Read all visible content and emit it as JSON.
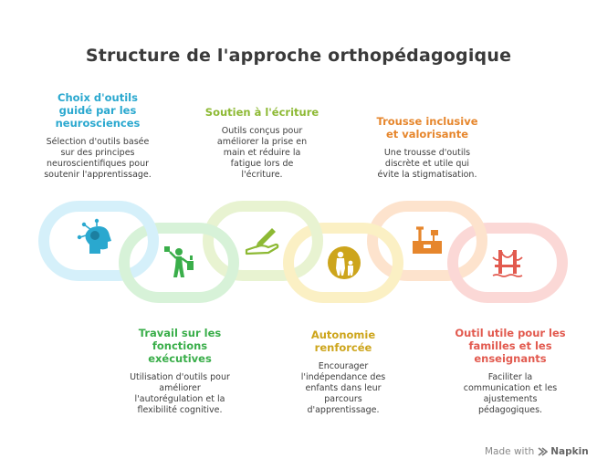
{
  "title": "Structure de l'approche orthopédagogique",
  "colors": {
    "blue": "#2aa8cf",
    "green": "#3aae4a",
    "lime": "#8db934",
    "yellow": "#cda51c",
    "orange": "#e6862c",
    "red": "#e25a4f"
  },
  "items": [
    {
      "heading": "Choix d'outils\nguidé par les\nneurosciences",
      "text": "Sélection d'outils basée\nsur des principes\nneuroscientifiques pour\nsoutenir l'apprentissage.",
      "icon": "brain-head-icon"
    },
    {
      "heading": "Travail sur les\nfonctions\nexécutives",
      "text": "Utilisation d'outils pour\naméliorer\nl'autorégulation et la\nflexibilité cognitive.",
      "icon": "person-tools-icon"
    },
    {
      "heading": "Soutien à l'écriture",
      "text": "Outils conçus pour\naméliorer la prise en\nmain et réduire la\nfatigue lors de\nl'écriture.",
      "icon": "hand-pen-icon"
    },
    {
      "heading": "Autonomie\nrenforcée",
      "text": "Encourager\nl'indépendance des\nenfants dans leur\nparcours\nd'apprentissage.",
      "icon": "parent-child-icon"
    },
    {
      "heading": "Trousse inclusive\net valorisante",
      "text": "Une trousse d'outils\ndiscrète et utile qui\névite la stigmatisation.",
      "icon": "toolbox-icon"
    },
    {
      "heading": "Outil utile pour les\nfamilles et les\nenseignants",
      "text": "Faciliter la\ncommunication et les\najustements\npédagogiques.",
      "icon": "bridge-icon"
    }
  ],
  "footer": {
    "prefix": "Made with",
    "brand": "Napkin"
  }
}
